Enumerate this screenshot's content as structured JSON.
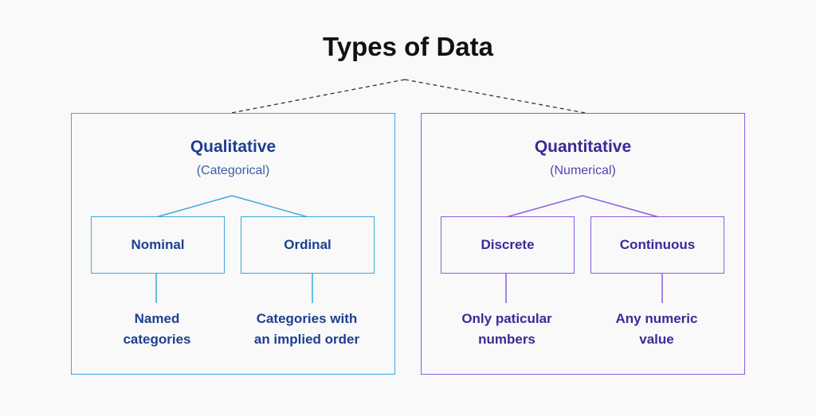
{
  "title": "Types of Data",
  "colors": {
    "qualitative": "#3aa9dc",
    "quantitative": "#8a5ce0",
    "dashed": "#333333"
  },
  "qualitative": {
    "title": "Qualitative",
    "subtitle": "(Categorical)",
    "children": [
      {
        "label": "Nominal",
        "desc_line1": "Named",
        "desc_line2": "categories"
      },
      {
        "label": "Ordinal",
        "desc_line1": "Categories with",
        "desc_line2": "an implied order"
      }
    ]
  },
  "quantitative": {
    "title": "Quantitative",
    "subtitle": "(Numerical)",
    "children": [
      {
        "label": "Discrete",
        "desc_line1": "Only paticular",
        "desc_line2": "numbers"
      },
      {
        "label": "Continuous",
        "desc_line1": "Any numeric",
        "desc_line2": "value"
      }
    ]
  }
}
